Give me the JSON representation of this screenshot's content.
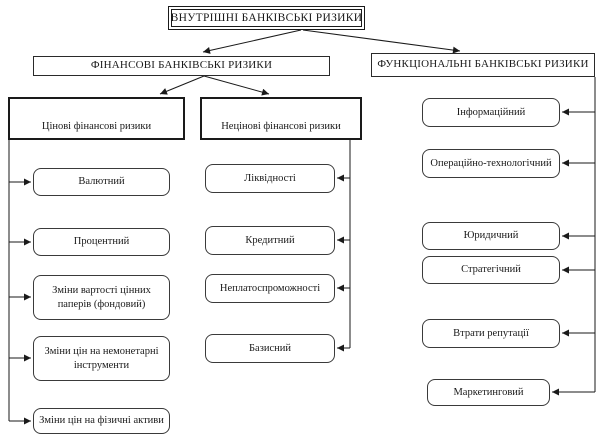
{
  "diagram": {
    "title": "ВНУТРІШНІ БАНКІВСЬКІ РИЗИКИ",
    "financial": {
      "label": "ФІНАНСОВІ БАНКІВСЬКІ РИЗИКИ",
      "price_group": {
        "label": "Цінові фінансові ризики",
        "items": [
          "Валютний",
          "Процентний",
          "Зміни вартості цінних паперів (фондовий)",
          "Зміни цін на немонетарні інструменти",
          "Зміни цін на фізичні активи"
        ]
      },
      "nonprice_group": {
        "label": "Нецінові фінансові ризики",
        "items": [
          "Ліквідності",
          "Кредитний",
          "Неплатоспроможності",
          "Базисний"
        ]
      }
    },
    "functional": {
      "label": "ФУНКЦІОНАЛЬНІ БАНКІВСЬКІ РИЗИКИ",
      "items": [
        "Інформаційний",
        "Операційно-технологічний",
        "Юридичний",
        "Стратегічний",
        "Втрати репутації",
        "Маркетинговий"
      ]
    },
    "colors": {
      "line": "#1a1a1a",
      "box_border": "#2a2a2a",
      "background": "#ffffff"
    }
  }
}
